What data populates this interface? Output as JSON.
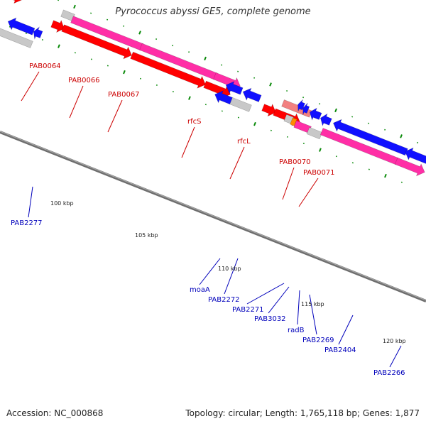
{
  "title": "Pyrococcus abyssi GE5, complete genome",
  "footer": {
    "accession": "Accession: NC_000868",
    "summary": "Topology: circular; Length: 1,765,118 bp; Genes: 1,877"
  },
  "colors": {
    "forward_label": "#cc0000",
    "reverse_label": "#0000bb",
    "red": "#ff0000",
    "magenta": "#ff2ea6",
    "blue": "#1010ff",
    "gray": "#c8c8c8",
    "teal": "#33f2aa",
    "salmon": "#f28080",
    "orange": "#ff8a00",
    "backbone": "#808080",
    "tick": "#0a8a0a"
  },
  "scale_labels": [
    "100 kbp",
    "105 kbp",
    "110 kbp",
    "115 kbp",
    "120 kbp"
  ],
  "forward_labels": [
    "PAB0064",
    "PAB0066",
    "PAB0067",
    "rfcS",
    "rfcL",
    "PAB0070",
    "PAB0071"
  ],
  "reverse_labels": [
    "PAB2277",
    "moaA",
    "PAB2272",
    "PAB2271",
    "PAB3032",
    "radB",
    "PAB2269",
    "PAB2404",
    "PAB2266"
  ]
}
